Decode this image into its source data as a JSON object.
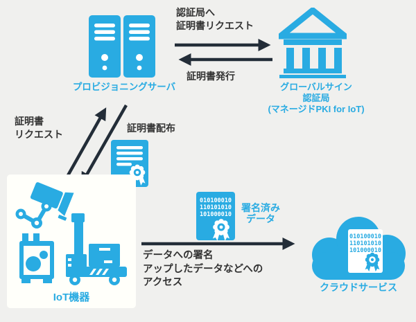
{
  "colors": {
    "accent": "#29ABE2",
    "text": "#333333",
    "arrow": "#232D38",
    "background": "#F0F0EE",
    "panel": "#FFFFFA"
  },
  "nodes": {
    "provisioning_server": {
      "label": "プロビジョニングサーバ"
    },
    "certificate_authority": {
      "line1": "グローバルサイン",
      "line2": "認証局",
      "line3": "(マネージドPKI for IoT)"
    },
    "iot_devices": {
      "label": "IoT機器"
    },
    "cloud_service": {
      "label": "クラウドサービス"
    }
  },
  "edges": {
    "request_to_ca": {
      "line1": "認証局へ",
      "line2": "証明書リクエスト"
    },
    "certificate_issue": {
      "label": "証明書発行"
    },
    "device_request": {
      "line1": "証明書",
      "line2": "リクエスト"
    },
    "certificate_distribution": {
      "label": "証明書配布"
    },
    "data_access": {
      "line1": "データへの署名",
      "line2": "アップしたデータなどへの",
      "line3": "アクセス"
    }
  },
  "signed_data": {
    "label_line1": "署名済み",
    "label_line2": "データ",
    "binary": [
      "010100010",
      "110101010",
      "101000010"
    ]
  },
  "cloud_binary": [
    "010100010",
    "110101010",
    "101000010"
  ]
}
